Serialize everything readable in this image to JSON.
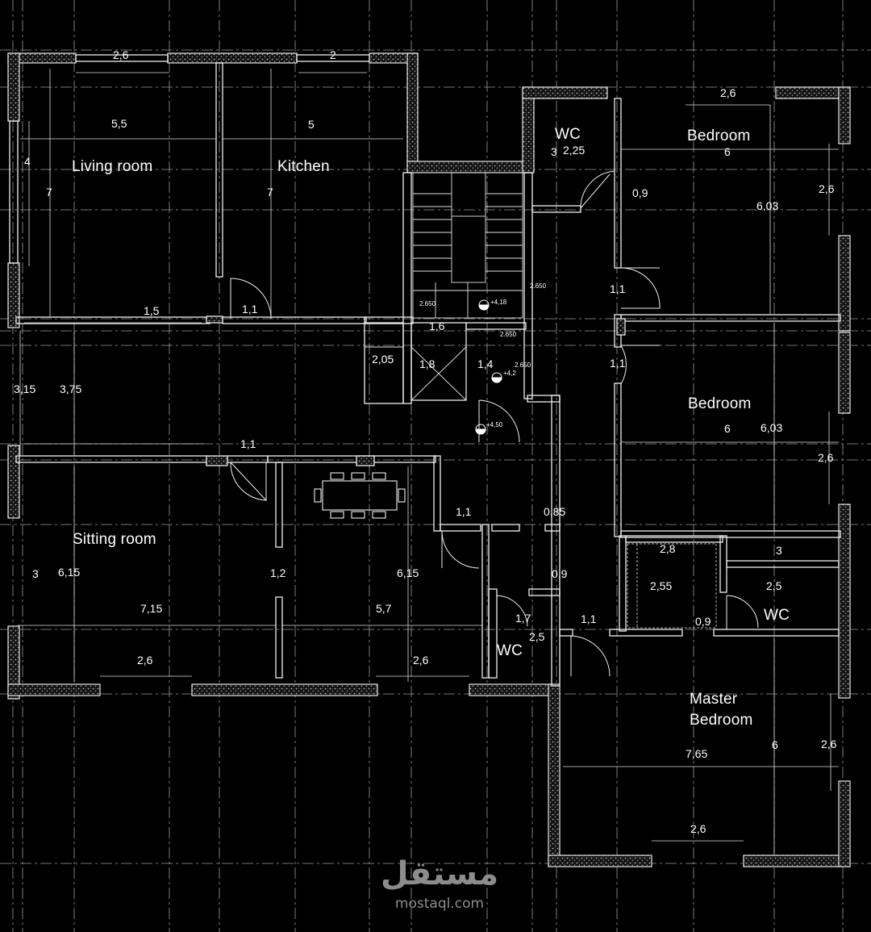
{
  "rooms": {
    "living_room": "Living room",
    "kitchen": "Kitchen",
    "wc_top": "WC",
    "bedroom_1": "Bedroom",
    "bedroom_2": "Bedroom",
    "sitting_room": "Sitting room",
    "wc_center": "WC",
    "wc_right": "WC",
    "master_line1": "Master",
    "master_line2": "Bedroom"
  },
  "dimensions": {
    "d01": "2,6",
    "d02": "2",
    "d03": "5,5",
    "d04": "5",
    "d05": "4",
    "d06": "7",
    "d07": "7",
    "d08": "1,5",
    "d09": "1,1",
    "d10": "1,6",
    "d11": "2,05",
    "d12": "1,8",
    "d13": "1,4",
    "d14": "3,15",
    "d15": "3,75",
    "d16": "1,1",
    "d17": "3",
    "d18": "2,25",
    "d19": "0,9",
    "d20": "2,6",
    "d21": "6",
    "d22": "2,6",
    "d23": "6,03",
    "d24": "1,1",
    "d25": "1,1",
    "d26": "6",
    "d27": "6,03",
    "d28": "2,6",
    "d29": "1,1",
    "d30": "0,85",
    "d31": "3",
    "d32": "6,15",
    "d33": "1,2",
    "d34": "6,15",
    "d35": "7,15",
    "d36": "5,7",
    "d37": "0,9",
    "d38": "1,7",
    "d39": "1,1",
    "d40": "2,5",
    "d41": "2,6",
    "d42": "2,6",
    "d43": "2,8",
    "d44": "3",
    "d45": "2,55",
    "d46": "2,5",
    "d47": "0,9",
    "d48": "7,65",
    "d49": "6",
    "d50": "2,6",
    "d51": "2,6"
  },
  "levels": {
    "l1": "+4,18",
    "l2": "+4,2",
    "l3": "+4,50",
    "l4": "2.650",
    "l5": "2.650",
    "l6": "2.650",
    "l7": "2.650"
  },
  "watermark": {
    "arabic": "مستقل",
    "latin": "mostaql.com"
  }
}
